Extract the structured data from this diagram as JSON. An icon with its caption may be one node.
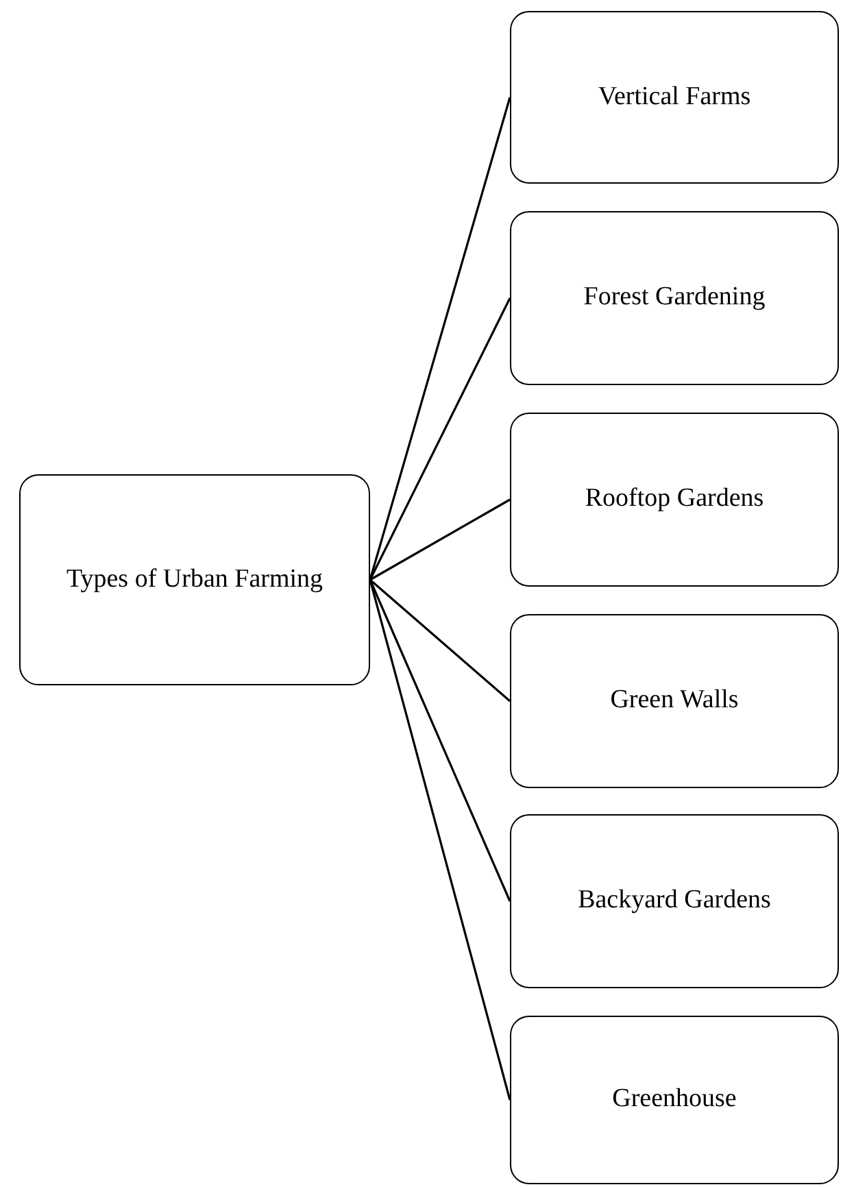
{
  "diagram": {
    "nodes": [
      {
        "text": [
          "Types of Urban Farming"
        ]
      },
      {
        "text": [
          "Vertical Farms"
        ]
      },
      {
        "text": [
          "Forest Gardening"
        ]
      },
      {
        "text": [
          "Rooftop Gardens"
        ]
      },
      {
        "text": [
          "Green Walls"
        ]
      },
      {
        "text": [
          "Backyard Gardens"
        ]
      },
      {
        "text": [
          "Greenhouse"
        ]
      }
    ],
    "edges": [
      {
        "from": 0,
        "to": 1,
        "arrow": "none"
      },
      {
        "from": 0,
        "to": 2,
        "arrow": "none"
      },
      {
        "from": 0,
        "to": 3,
        "arrow": "none"
      },
      {
        "from": 0,
        "to": 4,
        "arrow": "none"
      },
      {
        "from": 0,
        "to": 5,
        "arrow": "none"
      },
      {
        "from": 0,
        "to": 6,
        "arrow": "none"
      }
    ]
  }
}
